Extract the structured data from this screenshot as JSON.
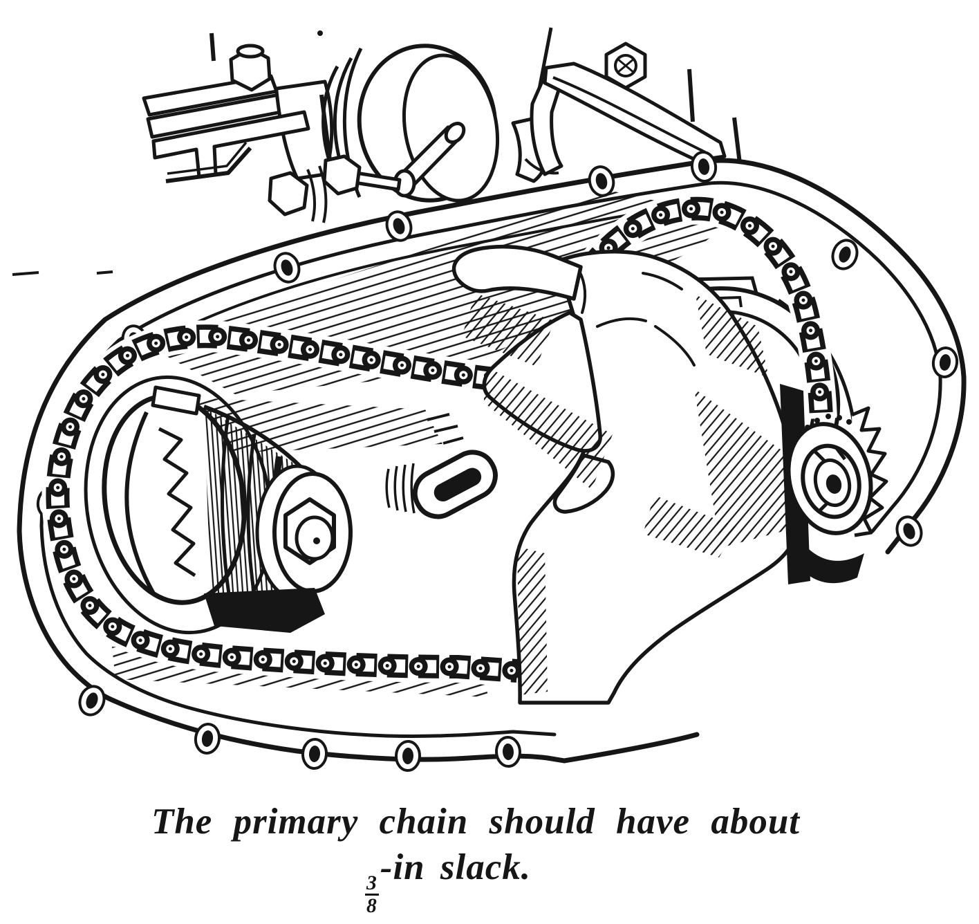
{
  "page": {
    "paper_color": "#ffffff",
    "ink_color": "#161616"
  },
  "illustration": {
    "alt": "Engraved line drawing of a hand pressing the primary chain inside an opened motorcycle primary chaincase, with clutch drum on the left and engine sprocket on the right"
  },
  "caption": {
    "line1": "The primary chain should have about",
    "fraction": {
      "numerator": "3",
      "denominator": "8"
    },
    "line2": "-in slack."
  }
}
